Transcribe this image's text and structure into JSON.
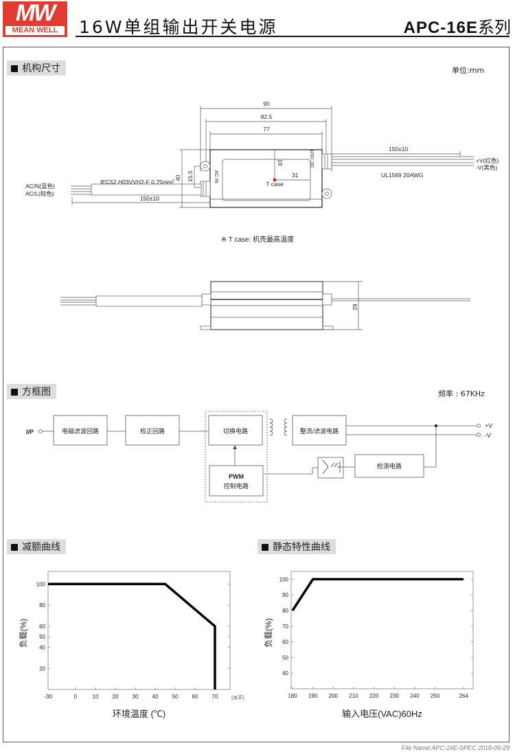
{
  "header": {
    "brand_mark": "MW",
    "brand_name": "MEAN WELL",
    "title": "16W单组输出开关电源",
    "series_model": "APC-16E",
    "series_suffix": "系列"
  },
  "mechanical": {
    "section_title": "机构尺寸",
    "unit_label": "单位:mm",
    "dims": {
      "length_total": "90",
      "length_mount": "82.5",
      "length_body": "77",
      "tcase_y": "19",
      "tcase_x": "31",
      "height": "40",
      "mount_offset": "15.5",
      "input_cable_length": "150±10",
      "output_cable_length": "150±10",
      "side_height": "29"
    },
    "labels": {
      "ac_in": "AC IN",
      "dc_out": "DC OUT",
      "tcase": "T case",
      "input_cable": "IEC52 H03VVH2-F  0.75mm²",
      "output_cable": "UL1569  20AWG",
      "ac_n": "AC/N(蓝色)",
      "ac_l": "AC/L(棕色)",
      "v_plus": "+V(红色)",
      "v_minus": "-V(黑色)"
    },
    "tcase_note": "※ T case: 机壳最高温度",
    "tcase_marker_color": "#e02020"
  },
  "block_diagram": {
    "section_title": "方框图",
    "frequency": "频率 : 67KHz",
    "input_label": "I/P",
    "blocks": {
      "emi_filter": "电磁滤波回路",
      "pfc": "校正回路",
      "switching": "切换电路",
      "pwm_title": "PWM",
      "pwm_sub": "控制电路",
      "rectifier": "整流/滤波电路",
      "detection": "检测电路"
    },
    "out_plus": "+V",
    "out_minus": "-V"
  },
  "derating": {
    "section_title": "减额曲线"
  },
  "static": {
    "section_title": "静态特性曲线"
  },
  "chart_data": [
    {
      "type": "line",
      "title": "减额曲线",
      "xlabel": "环境温度 (℃)",
      "xlabel_suffix": "(水平)",
      "ylabel": "负载(%)",
      "x_ticks": [
        -30,
        0,
        10,
        20,
        30,
        40,
        50,
        60,
        70
      ],
      "y_ticks": [
        20,
        40,
        50,
        60,
        80,
        100
      ],
      "xlim": [
        -30,
        75
      ],
      "ylim": [
        0,
        112
      ],
      "series": [
        {
          "name": "Load",
          "points": [
            [
              -30,
              100
            ],
            [
              45,
              100
            ],
            [
              70,
              60
            ],
            [
              70,
              0
            ]
          ]
        }
      ],
      "grid": false
    },
    {
      "type": "line",
      "title": "静态特性曲线",
      "xlabel": "输入电压(VAC)60Hz",
      "ylabel": "负载(%)",
      "x_ticks": [
        180,
        190,
        200,
        210,
        220,
        230,
        240,
        250,
        264
      ],
      "y_ticks": [
        40,
        50,
        60,
        70,
        80,
        90,
        100
      ],
      "xlim": [
        180,
        268
      ],
      "ylim": [
        30,
        105
      ],
      "series": [
        {
          "name": "Load",
          "points": [
            [
              180,
              80
            ],
            [
              190,
              100
            ],
            [
              264,
              100
            ]
          ]
        }
      ],
      "grid": false
    }
  ],
  "footer": {
    "file_name": "File Name:APC-16E-SPEC   2018-09-29"
  }
}
